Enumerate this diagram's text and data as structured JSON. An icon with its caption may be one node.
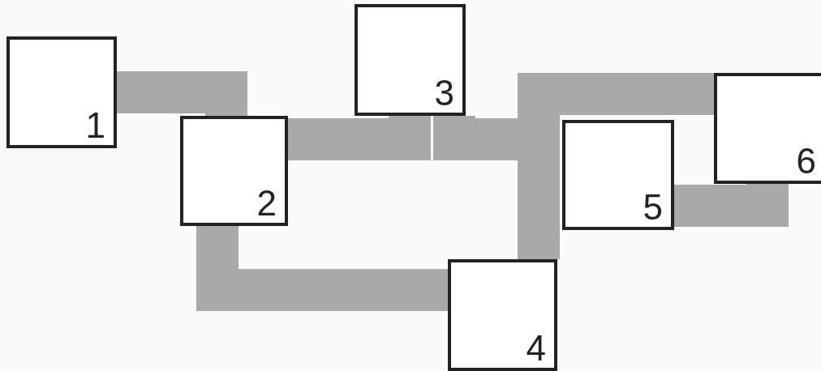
{
  "diagram": {
    "nodes": [
      {
        "text": [
          "1"
        ]
      },
      {
        "text": [
          "2"
        ]
      },
      {
        "text": [
          "3"
        ]
      },
      {
        "text": [
          "4"
        ]
      },
      {
        "text": [
          "5"
        ]
      },
      {
        "text": [
          "6"
        ]
      }
    ],
    "edges": [
      {
        "from": 0,
        "to": 1,
        "arrow": "none"
      },
      {
        "from": 1,
        "to": 2,
        "arrow": "none"
      },
      {
        "from": 2,
        "to": 3,
        "arrow": "none"
      },
      {
        "from": 2,
        "to": 5,
        "arrow": "none"
      },
      {
        "from": 1,
        "to": 3,
        "arrow": "none"
      },
      {
        "from": 4,
        "to": 5,
        "arrow": "none"
      }
    ]
  }
}
